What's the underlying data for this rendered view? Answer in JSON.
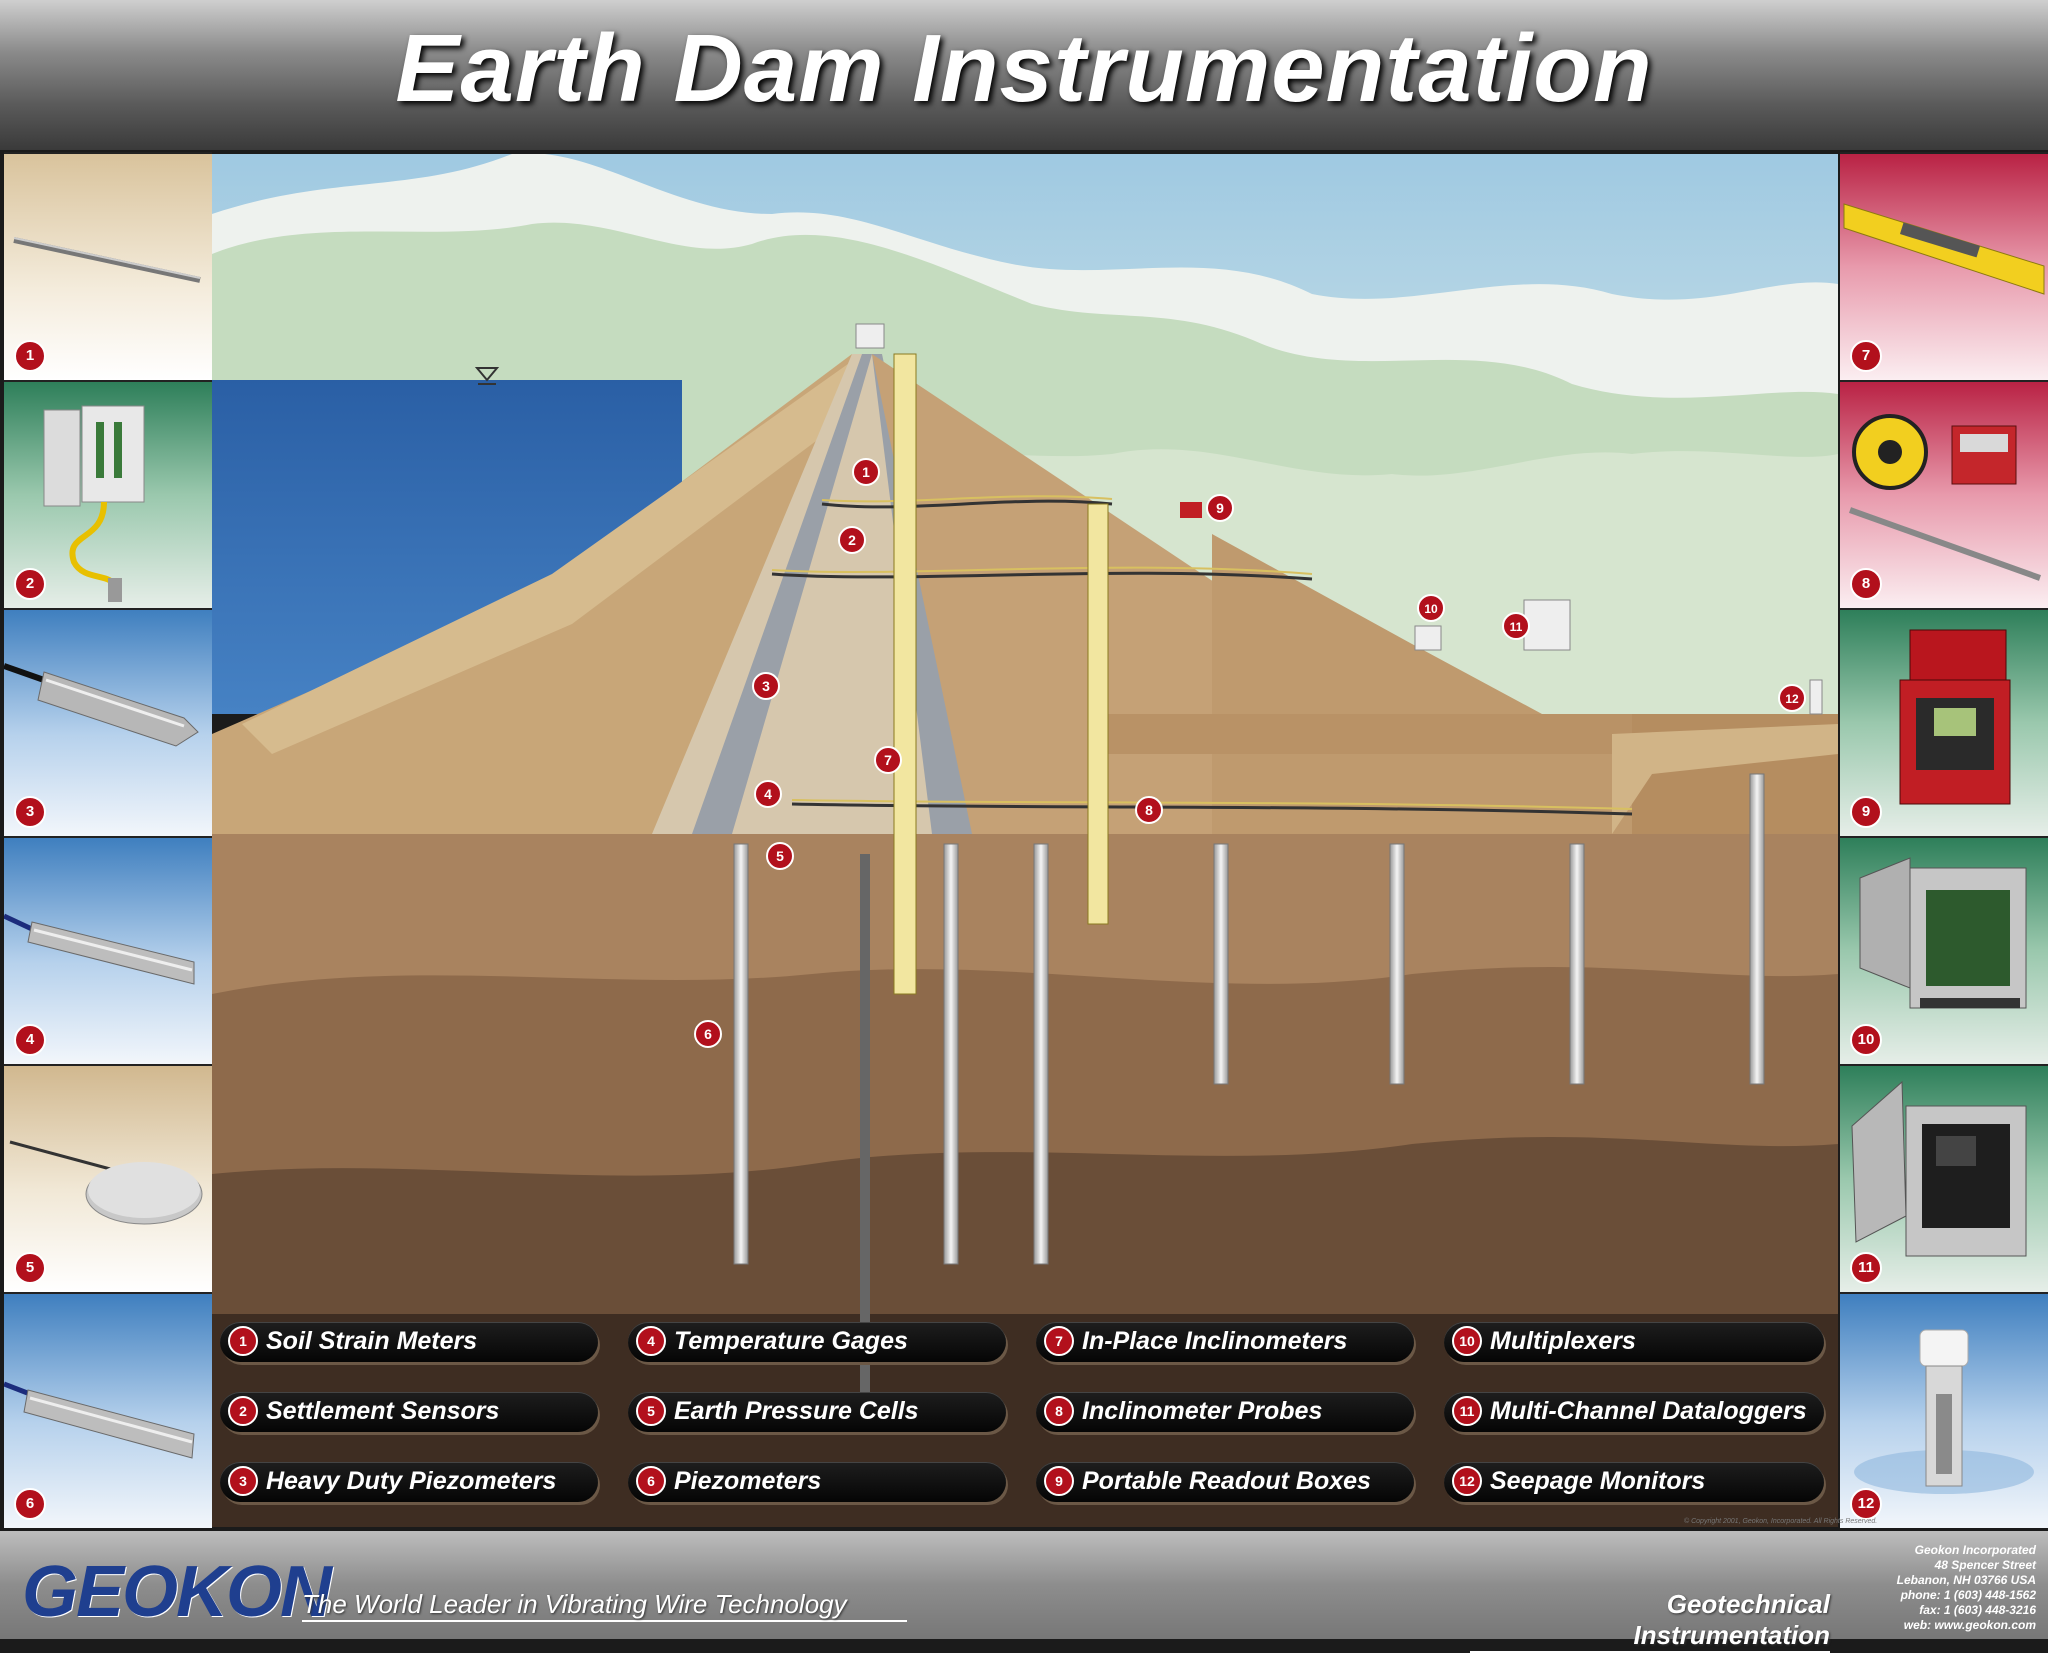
{
  "title": "Earth Dam Instrumentation",
  "colors": {
    "badge": "#b2101c",
    "water": "#2f66a8",
    "sky": "#b8d8e8",
    "soil": "#a9835f"
  },
  "panels_left": [
    {
      "number": "1",
      "icon": "soil-strain-meter-photo"
    },
    {
      "number": "2",
      "icon": "settlement-sensor-photo"
    },
    {
      "number": "3",
      "icon": "heavy-duty-piezometer-photo"
    },
    {
      "number": "4",
      "icon": "temperature-gage-photo"
    },
    {
      "number": "5",
      "icon": "earth-pressure-cell-photo"
    },
    {
      "number": "6",
      "icon": "piezometer-photo"
    }
  ],
  "panels_right": [
    {
      "number": "7",
      "icon": "in-place-inclinometer-photo"
    },
    {
      "number": "8",
      "icon": "inclinometer-probe-photo"
    },
    {
      "number": "9",
      "icon": "portable-readout-box-photo"
    },
    {
      "number": "10",
      "icon": "multiplexer-photo"
    },
    {
      "number": "11",
      "icon": "datalogger-photo"
    },
    {
      "number": "12",
      "icon": "seepage-monitor-photo"
    }
  ],
  "diagram_markers": [
    "1",
    "2",
    "3",
    "4",
    "5",
    "6",
    "7",
    "8",
    "9",
    "10",
    "11",
    "12"
  ],
  "legend": [
    {
      "number": "1",
      "label": "Soil Strain Meters"
    },
    {
      "number": "2",
      "label": "Settlement Sensors"
    },
    {
      "number": "3",
      "label": "Heavy Duty Piezometers"
    },
    {
      "number": "4",
      "label": "Temperature Gages"
    },
    {
      "number": "5",
      "label": "Earth Pressure Cells"
    },
    {
      "number": "6",
      "label": "Piezometers"
    },
    {
      "number": "7",
      "label": "In-Place Inclinometers"
    },
    {
      "number": "8",
      "label": "Inclinometer Probes"
    },
    {
      "number": "9",
      "label": "Portable Readout Boxes"
    },
    {
      "number": "10",
      "label": "Multiplexers"
    },
    {
      "number": "11",
      "label": "Multi-Channel Dataloggers"
    },
    {
      "number": "12",
      "label": "Seepage Monitors"
    }
  ],
  "copyright": "© Copyright 2001, Geokon, Incorporated. All Rights Reserved.",
  "footer": {
    "logo": "GEOKON",
    "tagline": "The World Leader in Vibrating Wire Technology",
    "category": "Geotechnical Instrumentation",
    "contact": [
      "Geokon Incorporated",
      "48 Spencer Street",
      "Lebanon, NH 03766 USA",
      "phone: 1 (603) 448-1562",
      "fax: 1 (603) 448-3216",
      "web: www.geokon.com"
    ]
  }
}
